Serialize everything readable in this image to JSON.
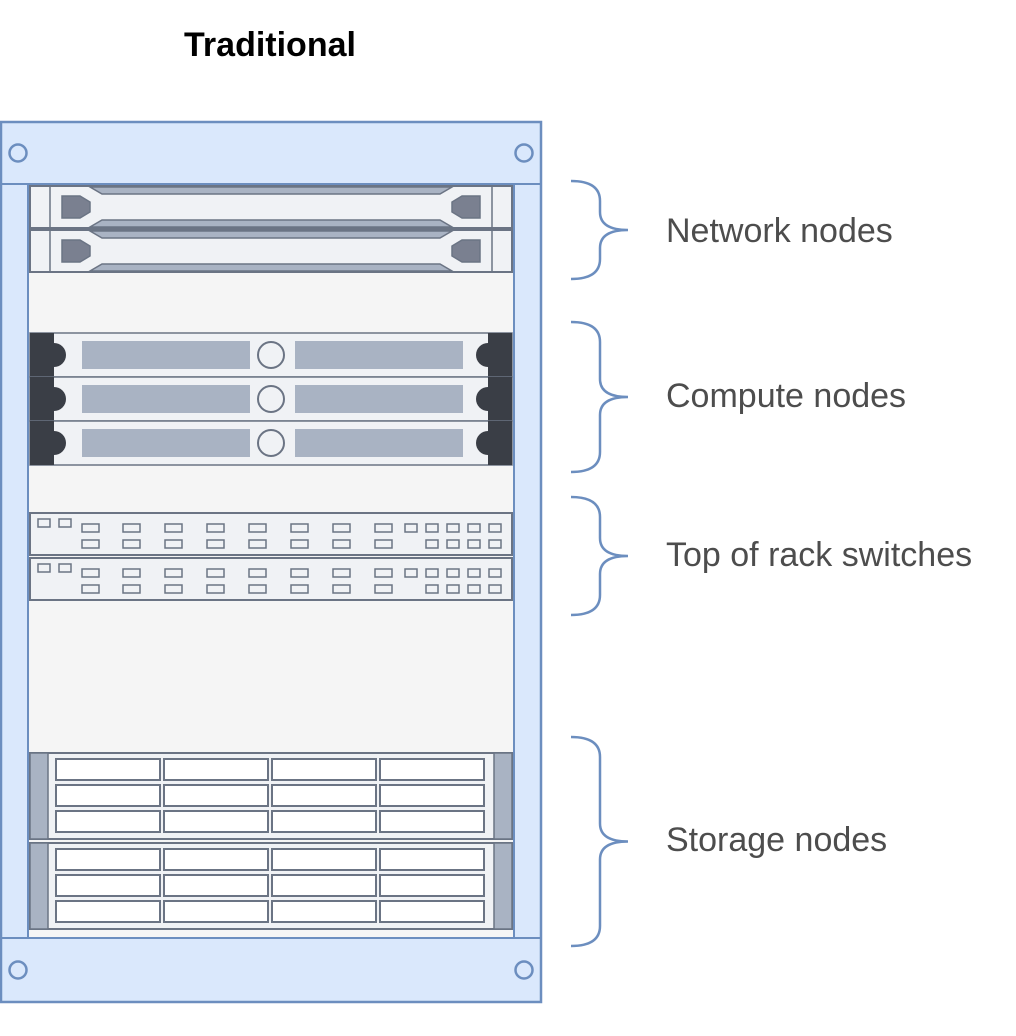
{
  "title": "Traditional",
  "groups": [
    {
      "id": "network",
      "label": "Network nodes",
      "units": 2
    },
    {
      "id": "compute",
      "label": "Compute nodes",
      "units": 3
    },
    {
      "id": "switches",
      "label": "Top of rack switches",
      "units": 2
    },
    {
      "id": "storage",
      "label": "Storage nodes",
      "units": 2
    }
  ],
  "colors": {
    "rack_fill": "#dae8fc",
    "rack_stroke": "#6c8ebf",
    "bay_fill": "#f5f5f5",
    "device_stroke": "#6b7484",
    "device_fill": "#f0f2f5",
    "panel_gray": "#a9b3c3",
    "dark_ear": "#3a3e46",
    "brace_stroke": "#6c8ebf",
    "label_color": "#4d4d4d"
  }
}
